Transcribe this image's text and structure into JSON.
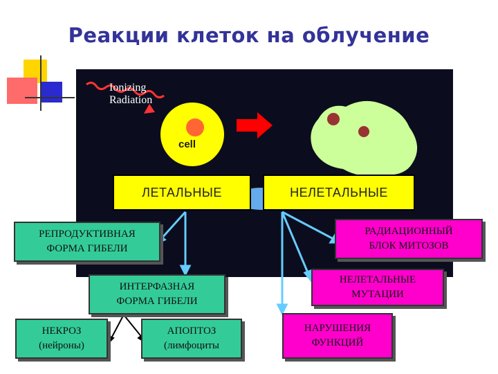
{
  "title": "Реакции клеток на облучение",
  "illustration": {
    "ionizing_line1": "Ionizing",
    "ionizing_line2": "Radiation",
    "cell_label": "cell"
  },
  "boxes": {
    "lethal": "ЛЕТАЛЬНЫЕ",
    "nonlethal": "НЕЛЕТАЛЬНЫЕ",
    "reproductive": [
      "РЕПРОДУКТИВНАЯ",
      "ФОРМА ГИБЕЛИ"
    ],
    "interphase": [
      "ИНТЕРФАЗНАЯ",
      "ФОРМА ГИБЕЛИ"
    ],
    "necrosis": [
      "НЕКРОЗ",
      "(нейроны)"
    ],
    "apoptosis": [
      "АПОПТОЗ",
      "(лимфоциты"
    ],
    "mitosis_block": [
      "РАДИАЦИОННЫЙ",
      "БЛОК МИТОЗОВ"
    ],
    "nonlethal_mutations": [
      "НЕЛЕТАЛЬНЫЕ",
      "МУТАЦИИ"
    ],
    "function_disorders": [
      "НАРУШЕНИЯ",
      "ФУНКЦИЙ"
    ]
  },
  "colors": {
    "title": "#333399",
    "lethal_box": "#ffff00",
    "teal_box": "#33cc99",
    "pink_box": "#ff00cc",
    "arrow": "#66ccff",
    "cell": "#ffff00",
    "nucleus": "#ff6633",
    "damaged_cell": "#ccff99"
  }
}
